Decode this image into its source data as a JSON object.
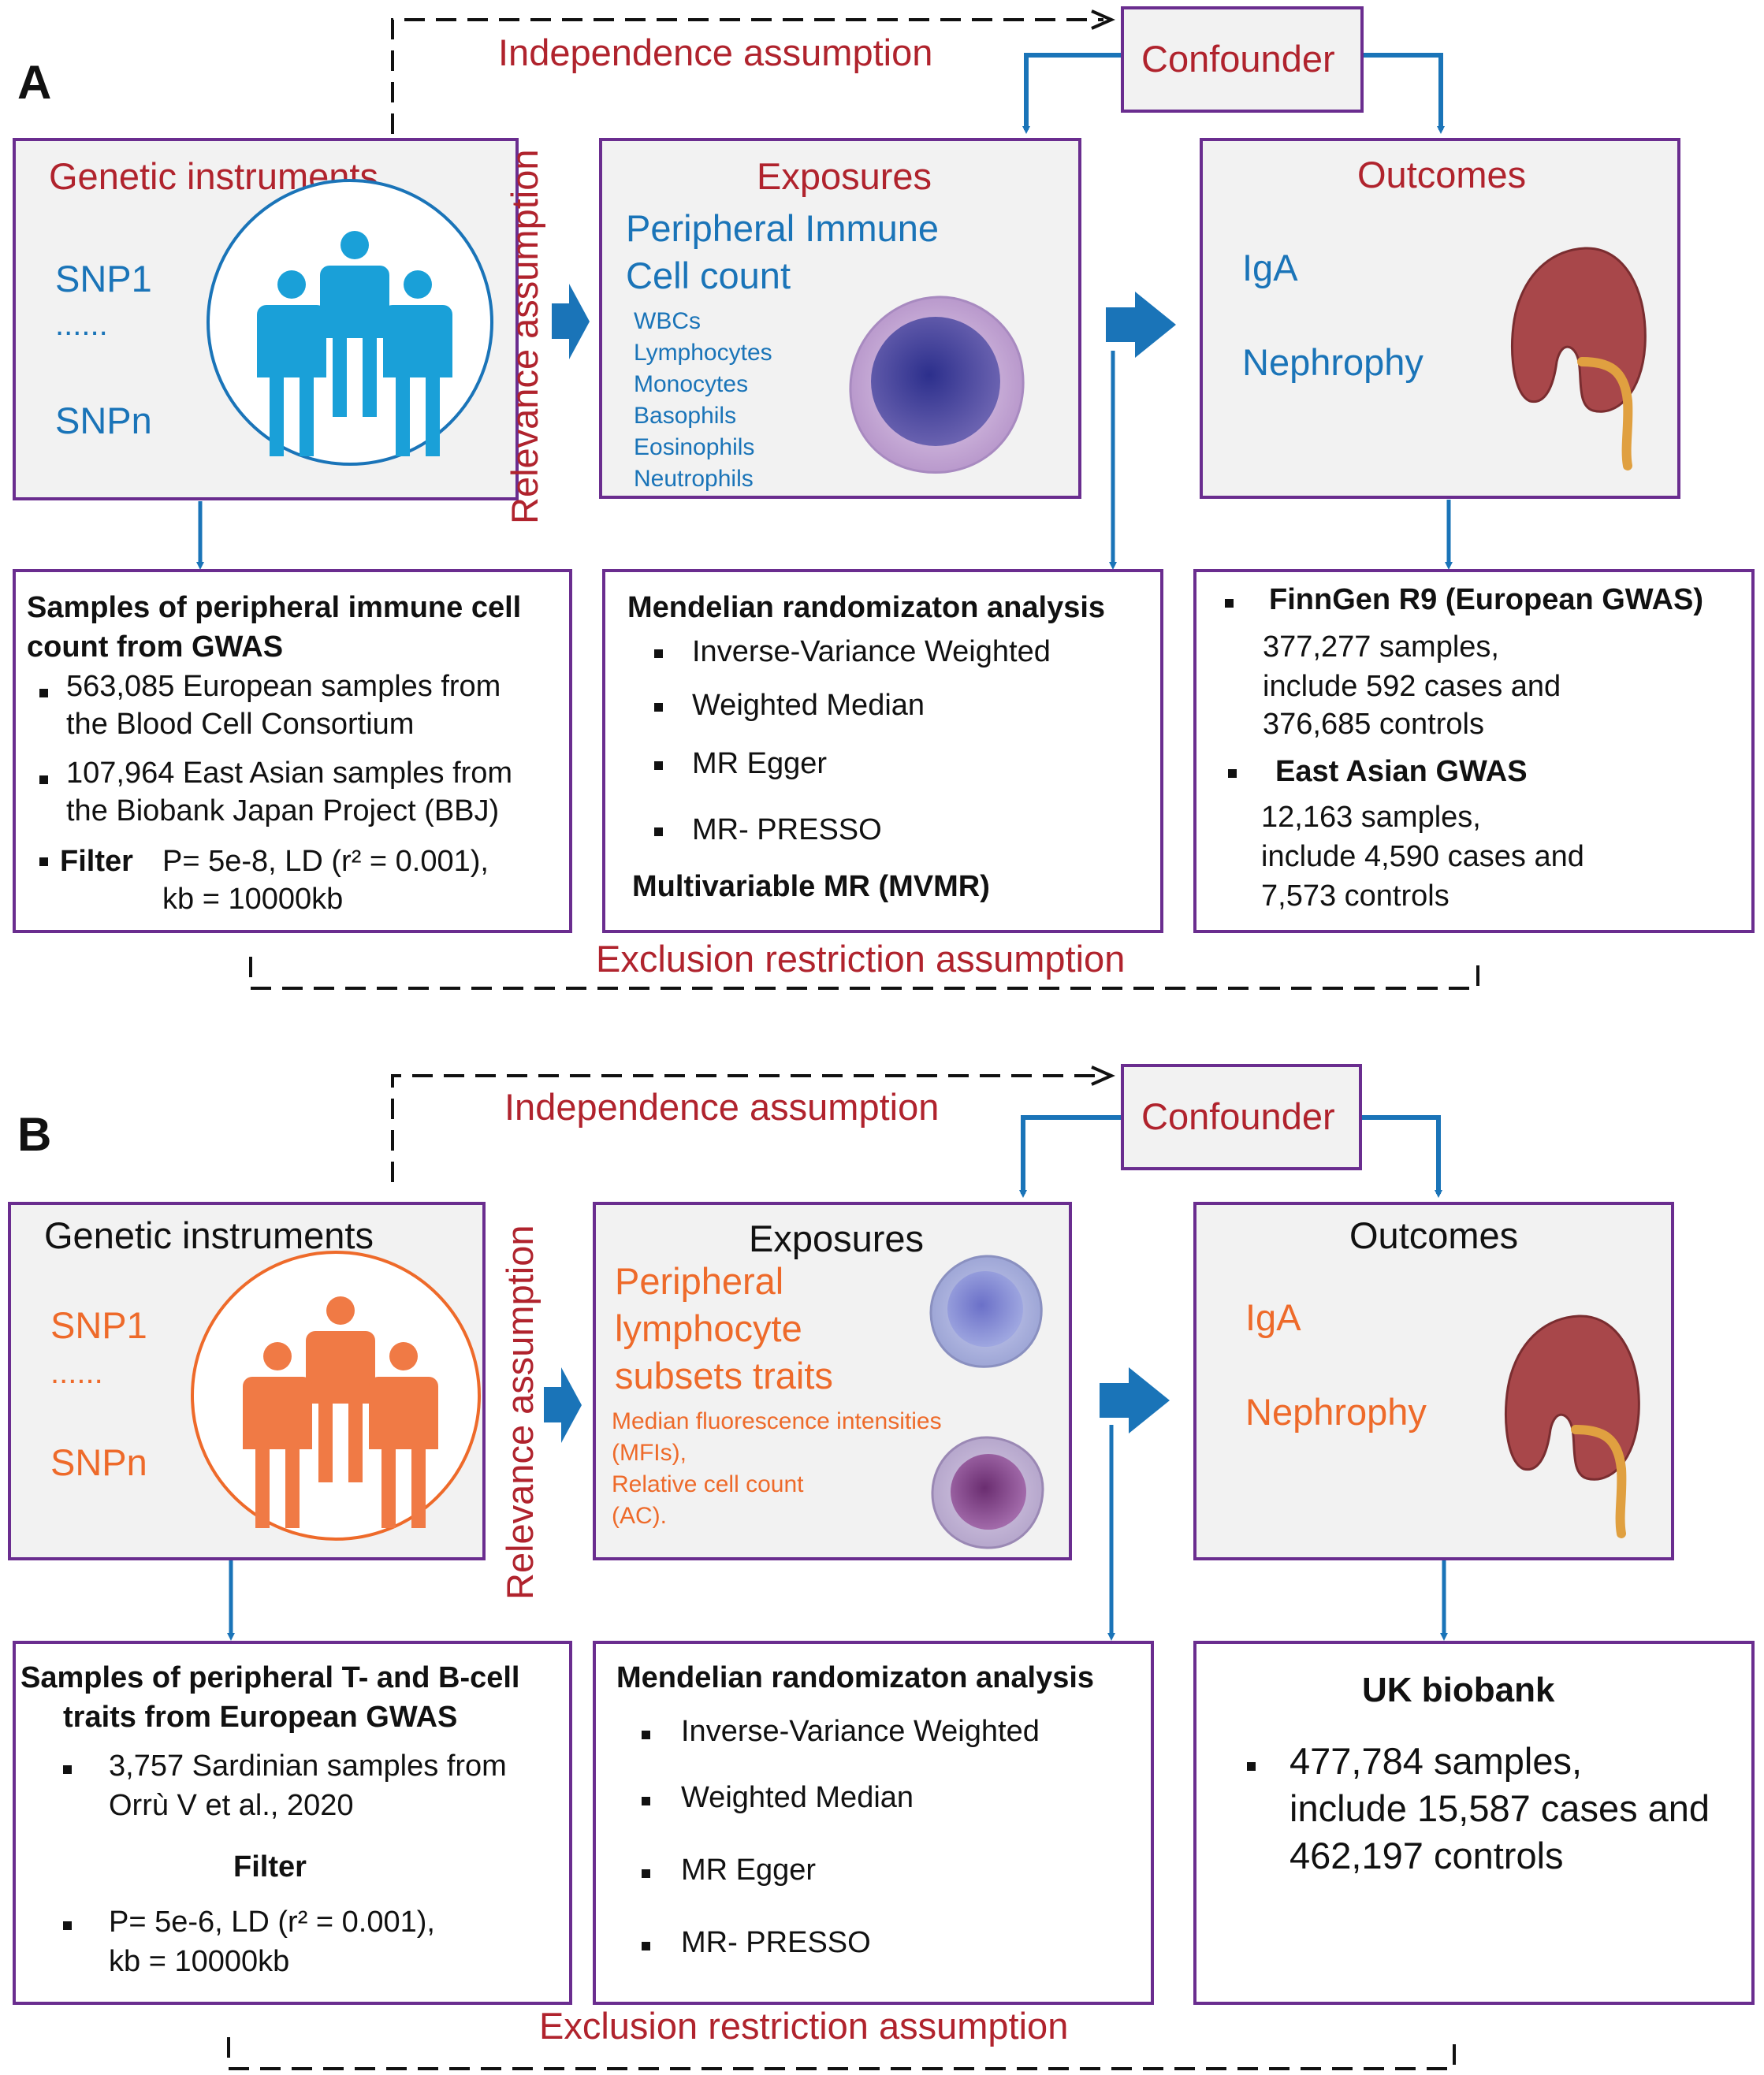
{
  "panels": {
    "A": {
      "label": "A",
      "independence": "Independence assumption",
      "relevance": "Relevance assumption",
      "exclusion": "Exclusion restriction assumption",
      "confounder": "Confounder",
      "instruments": {
        "title": "Genetic instruments",
        "snp1": "SNP1",
        "dots": "......",
        "snpn": "SNPn"
      },
      "exposures": {
        "title": "Exposures",
        "subtitle_line1": "Peripheral Immune",
        "subtitle_line2": "Cell count",
        "items": [
          "WBCs",
          "Lymphocytes",
          "Monocytes",
          "Basophils",
          "Eosinophils",
          "Neutrophils"
        ]
      },
      "outcomes": {
        "title": "Outcomes",
        "line1": "IgA",
        "line2": "Nephrophy"
      },
      "samples": {
        "title_line1": "Samples of peripheral immune cell",
        "title_line2": "count from GWAS",
        "b1_line1": "563,085 European samples from",
        "b1_line2": "the Blood Cell Consortium",
        "b2_line1": "107,964 East Asian samples from",
        "b2_line2": "the Biobank Japan Project (BBJ)",
        "filter_label": "Filter",
        "filter_line1": "P= 5e-8, LD (r² = 0.001),",
        "filter_line2": "kb = 10000kb"
      },
      "mr": {
        "title": "Mendelian randomizaton analysis",
        "items": [
          "Inverse-Variance Weighted",
          "Weighted Median",
          "MR Egger",
          "MR- PRESSO"
        ],
        "footer": "Multivariable MR (MVMR)"
      },
      "gwas": {
        "h1": "FinnGen R9 (European GWAS)",
        "h1_l1": "377,277 samples,",
        "h1_l2": "include 592 cases and",
        "h1_l3": "376,685 controls",
        "h2": "East Asian GWAS",
        "h2_l1": "12,163 samples,",
        "h2_l2": "include 4,590 cases and",
        "h2_l3": "7,573 controls"
      }
    },
    "B": {
      "label": "B",
      "independence": "Independence assumption",
      "relevance": "Relevance assumption",
      "exclusion": "Exclusion restriction assumption",
      "confounder": "Confounder",
      "instruments": {
        "title": "Genetic instruments",
        "snp1": "SNP1",
        "dots": "......",
        "snpn": "SNPn"
      },
      "exposures": {
        "title": "Exposures",
        "sub1": "Peripheral",
        "sub2": "lymphocyte",
        "sub3": "subsets traits",
        "d1": "Median fluorescence intensities",
        "d2": "(MFIs),",
        "d3": "Relative cell count",
        "d4": "(AC)."
      },
      "outcomes": {
        "title": "Outcomes",
        "line1": "IgA",
        "line2": "Nephrophy"
      },
      "samples": {
        "title_line1": "Samples of peripheral T- and B-cell",
        "title_line2": "traits from European GWAS",
        "b1_line1": "3,757 Sardinian samples from",
        "b1_line2": "Orrù V et al., 2020",
        "filter_label": "Filter",
        "filter_line1": "P= 5e-6, LD (r² = 0.001),",
        "filter_line2": "kb = 10000kb"
      },
      "mr": {
        "title": "Mendelian randomizaton analysis",
        "items": [
          "Inverse-Variance Weighted",
          "Weighted Median",
          "MR Egger",
          "MR- PRESSO"
        ]
      },
      "uk": {
        "title": "UK biobank",
        "l1": "477,784 samples,",
        "l2": "include 15,587 cases and",
        "l3": "462,197 controls"
      }
    }
  },
  "colors": {
    "border": "#6a2d8f",
    "arrow": "#1a74b8",
    "red": "#b0232d",
    "blue": "#1a74b8",
    "orange": "#ee6a2a"
  }
}
